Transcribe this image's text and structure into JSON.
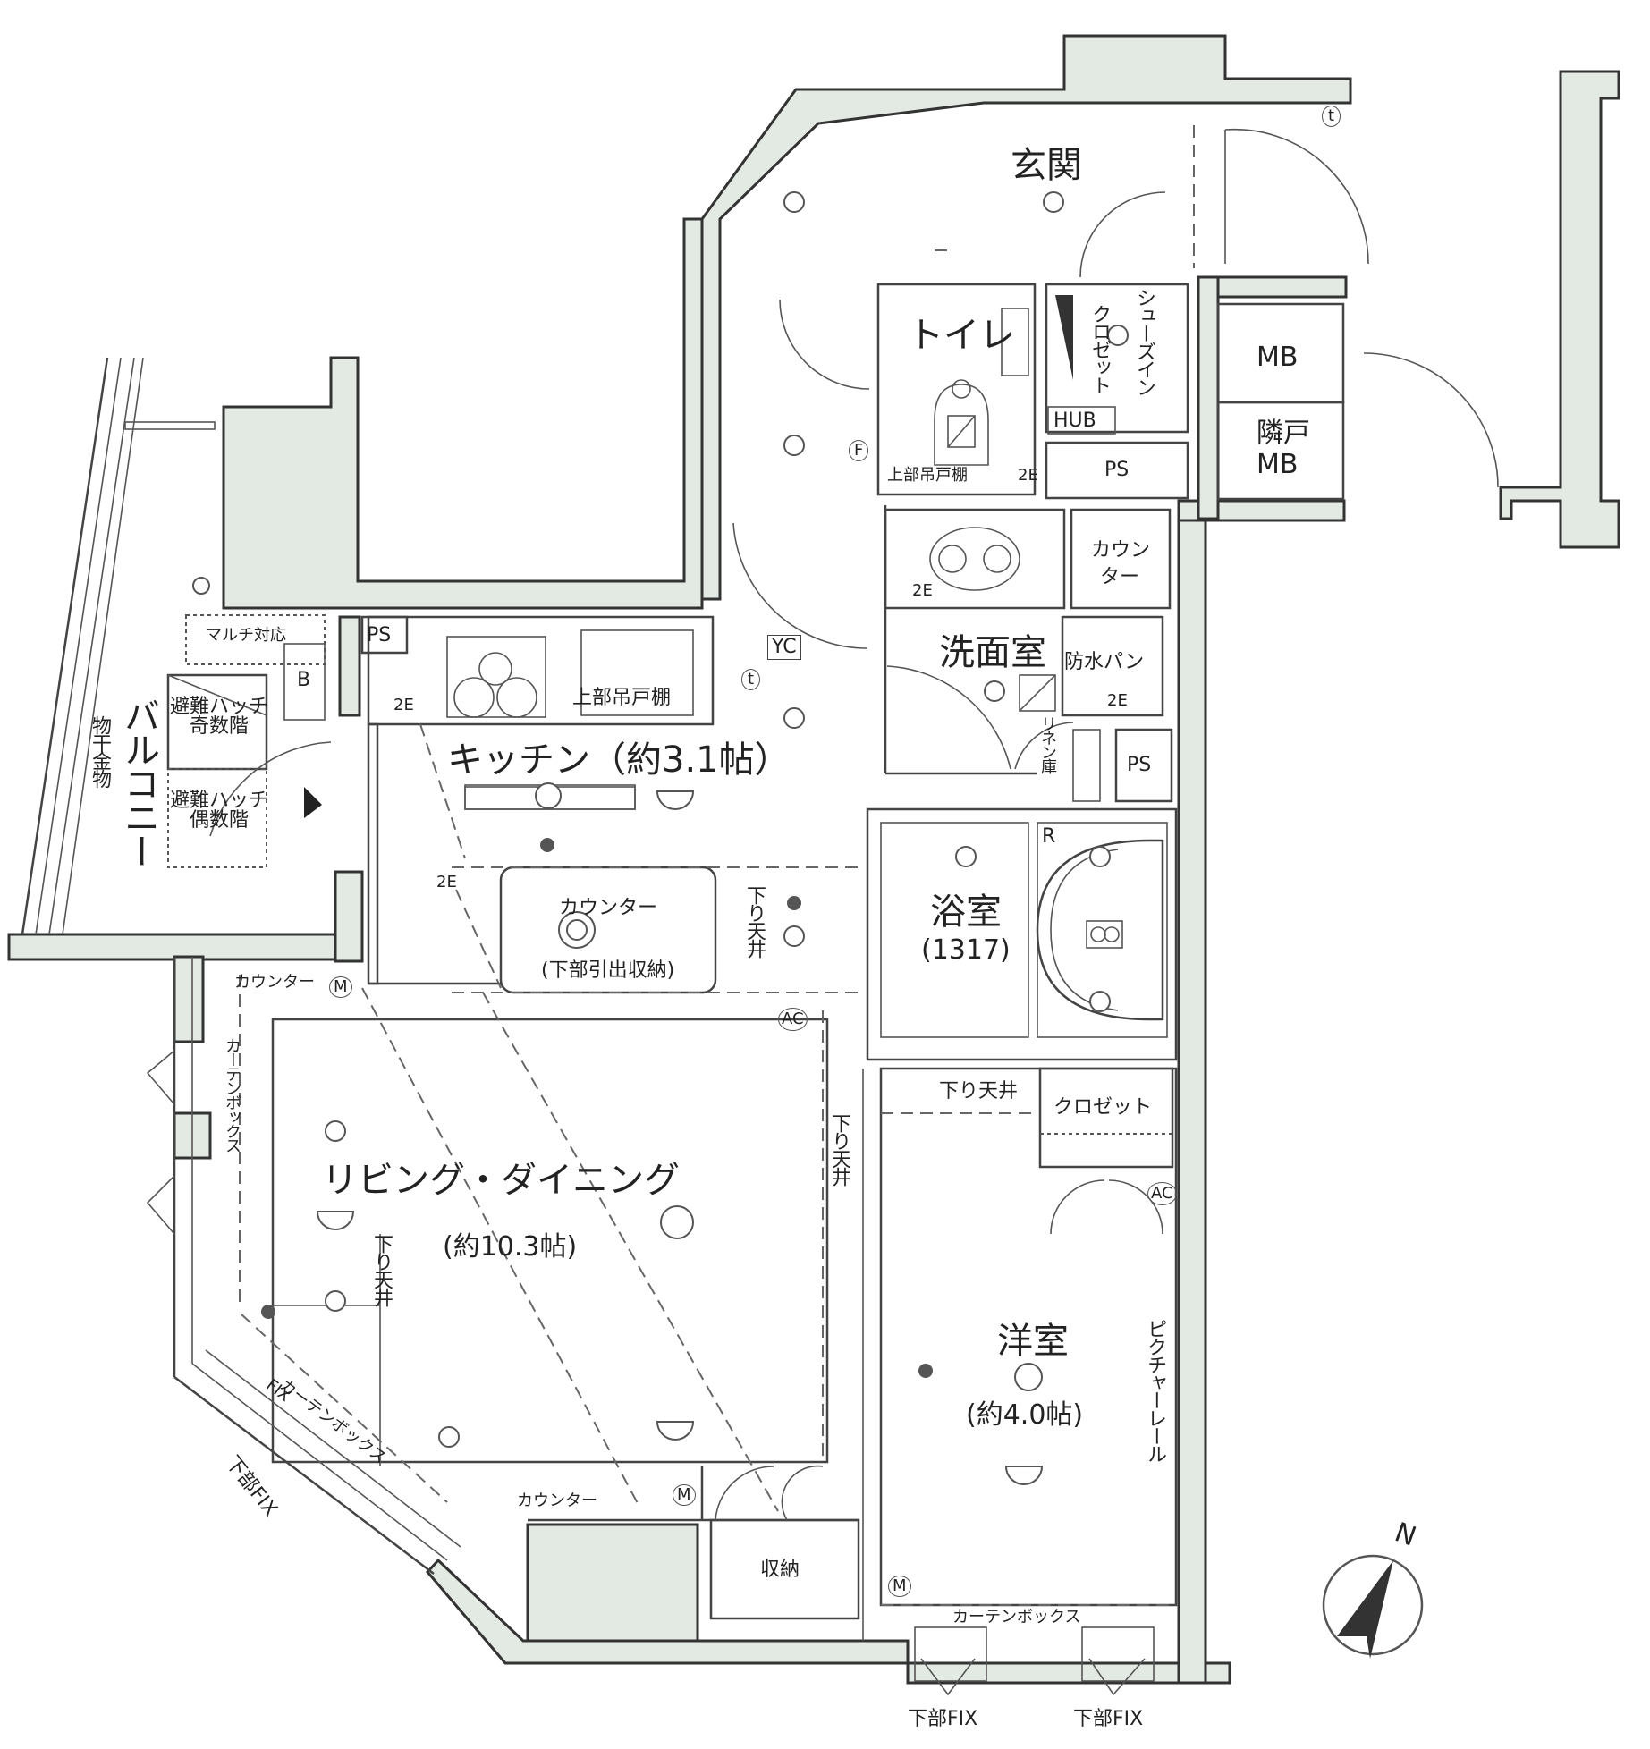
{
  "plan": {
    "rooms": {
      "entrance": "玄関",
      "toilet": "トイレ",
      "shoe_closet": "シューズイン",
      "shoe_closet_2": "クロゼット",
      "hub": "HUB",
      "ps_entry": "PS",
      "mb": "MB",
      "neighbor_mb_1": "隣戸",
      "neighbor_mb_2": "MB",
      "washroom": "洗面室",
      "counter_wash_1": "カウン",
      "counter_wash_2": "ター",
      "waterproof_pan": "防水パン",
      "linen": "リネン庫",
      "ps_wash": "PS",
      "bathroom": "浴室",
      "bathroom_size": "(1317)",
      "kitchen": "キッチン（約3.1帖）",
      "ps_kitchen": "PS",
      "upper_cabinet_kitchen": "上部吊戸棚",
      "upper_cabinet_toilet": "上部吊戸棚",
      "yc": "YC",
      "counter_kitchen": "カウンター",
      "drawer_storage": "(下部引出収納)",
      "lowered_ceiling": "下り天井",
      "balcony": "バルコニー",
      "clothes_hanger": "物干金物",
      "multi": "マルチ対応",
      "b": "B",
      "hatch_odd": "避難ハッチ\n奇数階",
      "hatch_even": "避難ハッチ\n偶数階",
      "counter_left": "カウンター",
      "curtain_box_left": "カーテンボックス",
      "living": "リビング・ダイニング",
      "living_size": "(約10.3帖)",
      "lowered_ceiling_living": "下り天井",
      "lowered_ceiling_mid": "下り天井",
      "lowered_ceiling_western": "下り天井",
      "curtain_box_diag": "カーテンボックス",
      "fix_diag": "FIX",
      "lower_fix_diag": "下部FIX",
      "counter_bottom": "カウンター",
      "storage": "収納",
      "closet": "クロゼット",
      "western": "洋室",
      "western_size": "(約4.0帖)",
      "picture_rail": "ピクチャーレール",
      "curtain_box_bottom": "カーテンボックス",
      "lower_fix_1": "下部FIX",
      "lower_fix_2": "下部FIX"
    },
    "symbols": {
      "ac": "AC",
      "m": "M",
      "t": "t",
      "f": "F",
      "r": "R",
      "two_e": "2E",
      "two": "2"
    },
    "compass": {
      "label": "N"
    }
  }
}
